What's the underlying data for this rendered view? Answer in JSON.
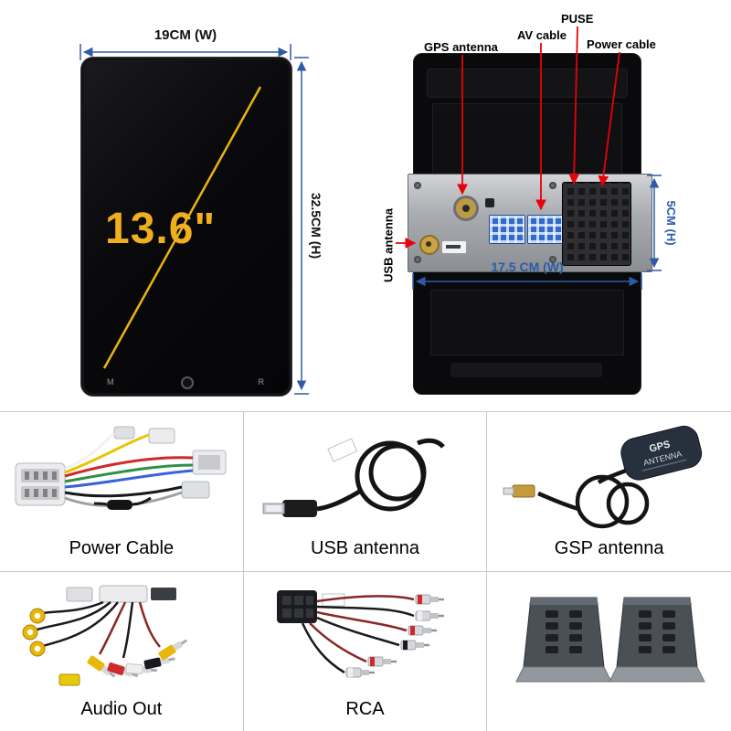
{
  "display": {
    "size_label": "13.6\"",
    "width_dim": "19CM (W)",
    "height_dim": "32.5CM (H)",
    "mark_left": "M",
    "mark_right": "R"
  },
  "rear": {
    "label_gps": "GPS antenna",
    "label_av": "AV cable",
    "label_puse": "PUSE",
    "label_power": "Power cable",
    "label_usb": "USB antenna",
    "width_dim": "17.5 CM (W)",
    "height_dim": "5CM (H)"
  },
  "accessories": {
    "cells": [
      {
        "label": "Power Cable"
      },
      {
        "label": "USB antenna"
      },
      {
        "label": "GSP antenna"
      },
      {
        "label": "Audio Out"
      },
      {
        "label": "RCA"
      },
      {
        "label": ""
      }
    ],
    "gps_puck_line1": "GPS",
    "gps_puck_line2": "ANTENNA"
  },
  "colors": {
    "accent_yellow": "#F0AF1C",
    "dimension_blue": "#2D5BA8",
    "arrow_red": "#E8000B"
  }
}
